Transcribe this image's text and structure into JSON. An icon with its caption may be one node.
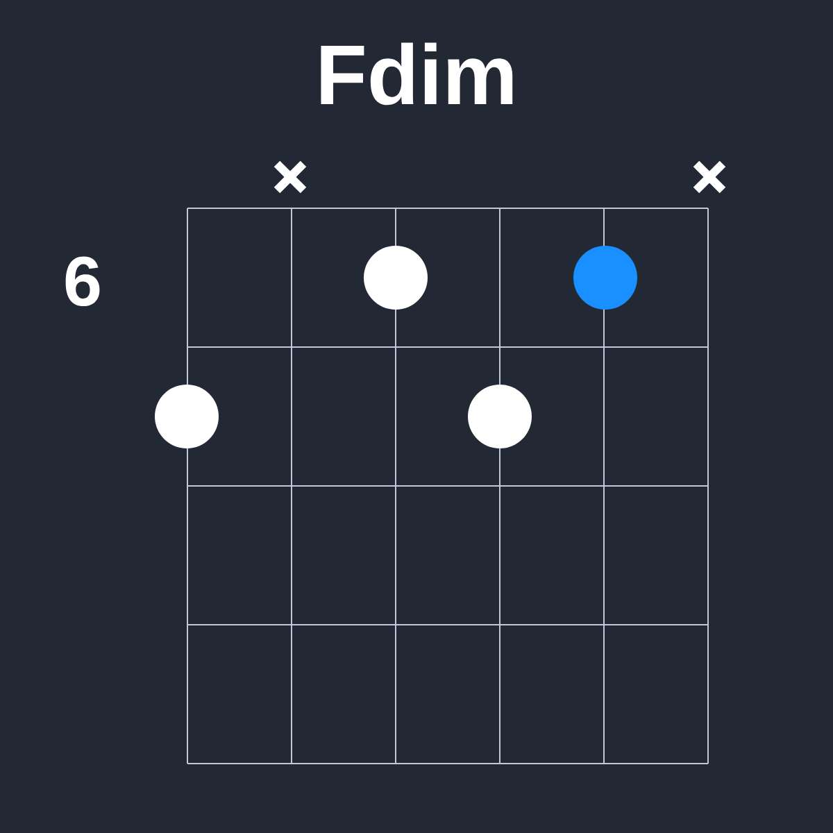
{
  "diagram": {
    "title": "Fdim",
    "nodes": [
      {
        "text": [],
        "shape": "circle"
      },
      {
        "text": [],
        "shape": "circle"
      },
      {
        "text": [],
        "shape": "circle"
      },
      {
        "text": [],
        "shape": "circle"
      }
    ],
    "labels": [
      "6"
    ]
  }
}
